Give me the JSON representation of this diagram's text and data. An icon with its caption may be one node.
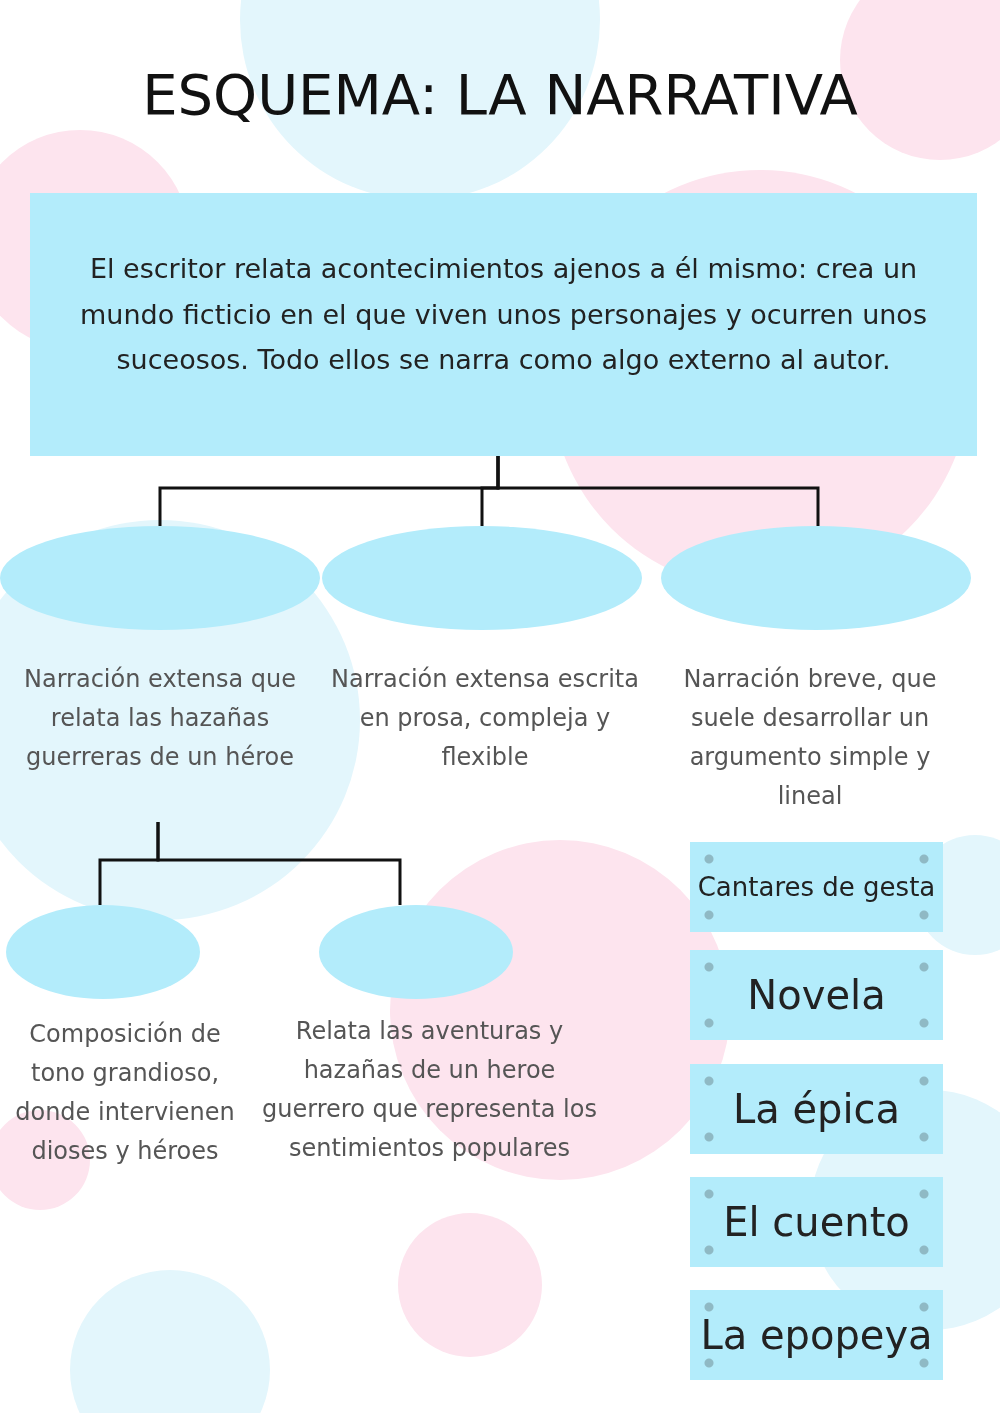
{
  "diagram": {
    "title": "ESQUEMA: LA NARRATIVA",
    "nodes": [
      {
        "text": [
          "El escritor relata acontecimientos ajenos a él mismo: crea un mundo ficticio en el que viven unos personajes y ocurren unos suceosos. Todo ellos se narra como algo externo al autor."
        ]
      },
      {
        "text": [],
        "shape": "ellipse"
      },
      {
        "text": [],
        "shape": "ellipse"
      },
      {
        "text": [],
        "shape": "ellipse"
      },
      {
        "text": [
          "Narración extensa que relata las hazañas guerreras de un héroe"
        ]
      },
      {
        "text": [
          "Narración extensa escrita en prosa, compleja y flexible"
        ]
      },
      {
        "text": [
          "Narración breve, que suele desarrollar un argumento simple y lineal"
        ]
      },
      {
        "text": [],
        "shape": "ellipse"
      },
      {
        "text": [],
        "shape": "ellipse"
      },
      {
        "text": [
          "Composición de tono grandioso, donde intervienen dioses y héroes"
        ]
      },
      {
        "text": [
          "Relata las aventuras y hazañas de un heroe guerrero que representa los sentimientos populares"
        ]
      },
      {
        "text": [
          "Cantares de gesta"
        ]
      },
      {
        "text": [
          "Novela"
        ]
      },
      {
        "text": [
          "La épica"
        ]
      },
      {
        "text": [
          "El cuento"
        ]
      },
      {
        "text": [
          "La epopeya"
        ]
      }
    ],
    "edges": [
      {
        "from": 0,
        "to": 1,
        "arrow": "none"
      },
      {
        "from": 0,
        "to": 2,
        "arrow": "none"
      },
      {
        "from": 0,
        "to": 3,
        "arrow": "none"
      },
      {
        "from": 4,
        "to": 7,
        "arrow": "none"
      },
      {
        "from": 4,
        "to": 8,
        "arrow": "none"
      }
    ]
  }
}
